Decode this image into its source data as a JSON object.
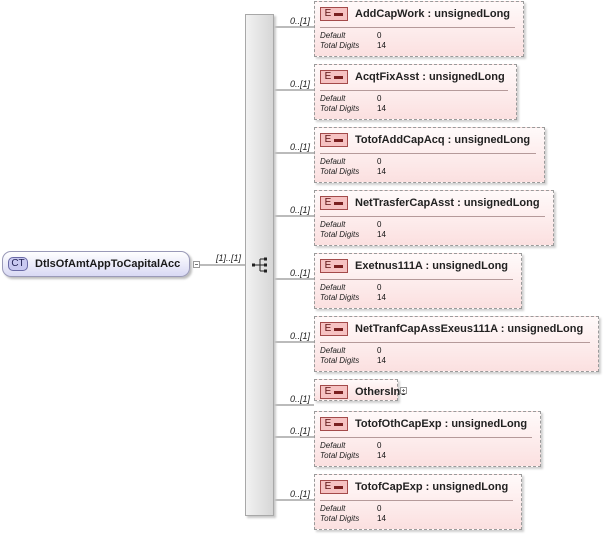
{
  "complex_type": {
    "badge": "CT",
    "name": "DtlsOfAmtAppToCapitalAcc",
    "multiplicity": "[1]..[1]"
  },
  "property_keys": {
    "default": "Default",
    "total_digits": "Total Digits"
  },
  "elements": [
    {
      "badge": "E",
      "title": "AddCapWork : unsignedLong",
      "multiplicity": "0..[1]",
      "default": "0",
      "total_digits": "14"
    },
    {
      "badge": "E",
      "title": "AcqtFixAsst : unsignedLong",
      "multiplicity": "0..[1]",
      "default": "0",
      "total_digits": "14"
    },
    {
      "badge": "E",
      "title": "TotofAddCapAcq : unsignedLong",
      "multiplicity": "0..[1]",
      "default": "0",
      "total_digits": "14"
    },
    {
      "badge": "E",
      "title": "NetTrasferCapAsst : unsignedLong",
      "multiplicity": "0..[1]",
      "default": "0",
      "total_digits": "14"
    },
    {
      "badge": "E",
      "title": "Exetnus111A : unsignedLong",
      "multiplicity": "0..[1]",
      "default": "0",
      "total_digits": "14"
    },
    {
      "badge": "E",
      "title": "NetTranfCapAssExeus111A : unsignedLong",
      "multiplicity": "0..[1]",
      "default": "0",
      "total_digits": "14"
    },
    {
      "badge": "E",
      "title": "OthersInc",
      "multiplicity": "0..[1]"
    },
    {
      "badge": "E",
      "title": "TotofOthCapExp : unsignedLong",
      "multiplicity": "0..[1]",
      "default": "0",
      "total_digits": "14"
    },
    {
      "badge": "E",
      "title": "TotofCapExp : unsignedLong",
      "multiplicity": "0..[1]",
      "default": "0",
      "total_digits": "14"
    }
  ],
  "colors": {
    "ct_fill": "#d9d9f4",
    "element_fill": "#fbe0e0",
    "element_badge": "#f6c2c2",
    "connector": "#777777"
  }
}
